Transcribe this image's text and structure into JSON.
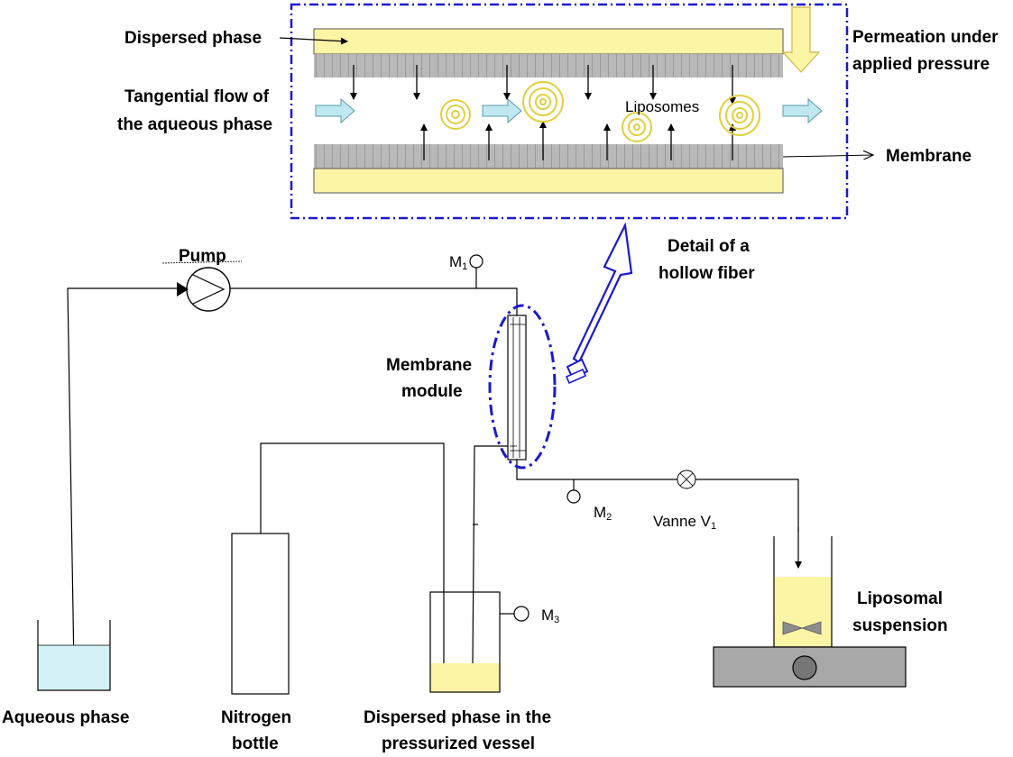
{
  "labels": {
    "dispersed_phase": "Dispersed phase",
    "permeation_line1": "Permeation under",
    "permeation_line2": "applied pressure",
    "tangential_line1": "Tangential flow of",
    "tangential_line2": "the aqueous phase",
    "liposomes": "Liposomes",
    "membrane": "Membrane",
    "detail_line1": "Detail of a",
    "detail_line2": "hollow fiber",
    "pump": "Pump",
    "m1": "M",
    "m1_sub": "1",
    "m2": "M",
    "m2_sub": "2",
    "m3": "M",
    "m3_sub": "3",
    "membrane_module_line1": "Membrane",
    "membrane_module_line2": "module",
    "vanne": "Vanne V",
    "vanne_sub": "1",
    "liposomal_line1": "Liposomal",
    "liposomal_line2": "suspension",
    "aqueous_phase": "Aqueous phase",
    "nitrogen_line1": "Nitrogen",
    "nitrogen_line2": "bottle",
    "dispersed_vessel_line1": "Dispersed phase in the",
    "dispersed_vessel_line2": "pressurized vessel"
  },
  "colors": {
    "yellow_fill": "#fdf5a6",
    "yellow_stroke": "#c8b84a",
    "membrane_grey": "#b5b5b5",
    "dash_blue": "#1a1acc",
    "light_blue": "#bfe8f0",
    "liposome_yellow": "#e0d040",
    "stirrer_grey": "#a8a8a8",
    "vessel_fill": "#fdf5a6",
    "aqueous_fill": "#d4f1f7"
  }
}
